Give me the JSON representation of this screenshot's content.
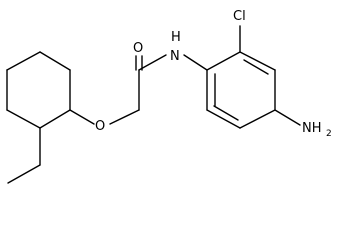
{
  "molecule": {
    "atoms": {
      "oxygen_carbonyl": "O",
      "amide_nitrogen": "H",
      "amide_nitrogen_n": "N",
      "chlorine": "Cl",
      "ether_oxygen": "O",
      "amine": "NH",
      "amine_sub": "2"
    }
  }
}
